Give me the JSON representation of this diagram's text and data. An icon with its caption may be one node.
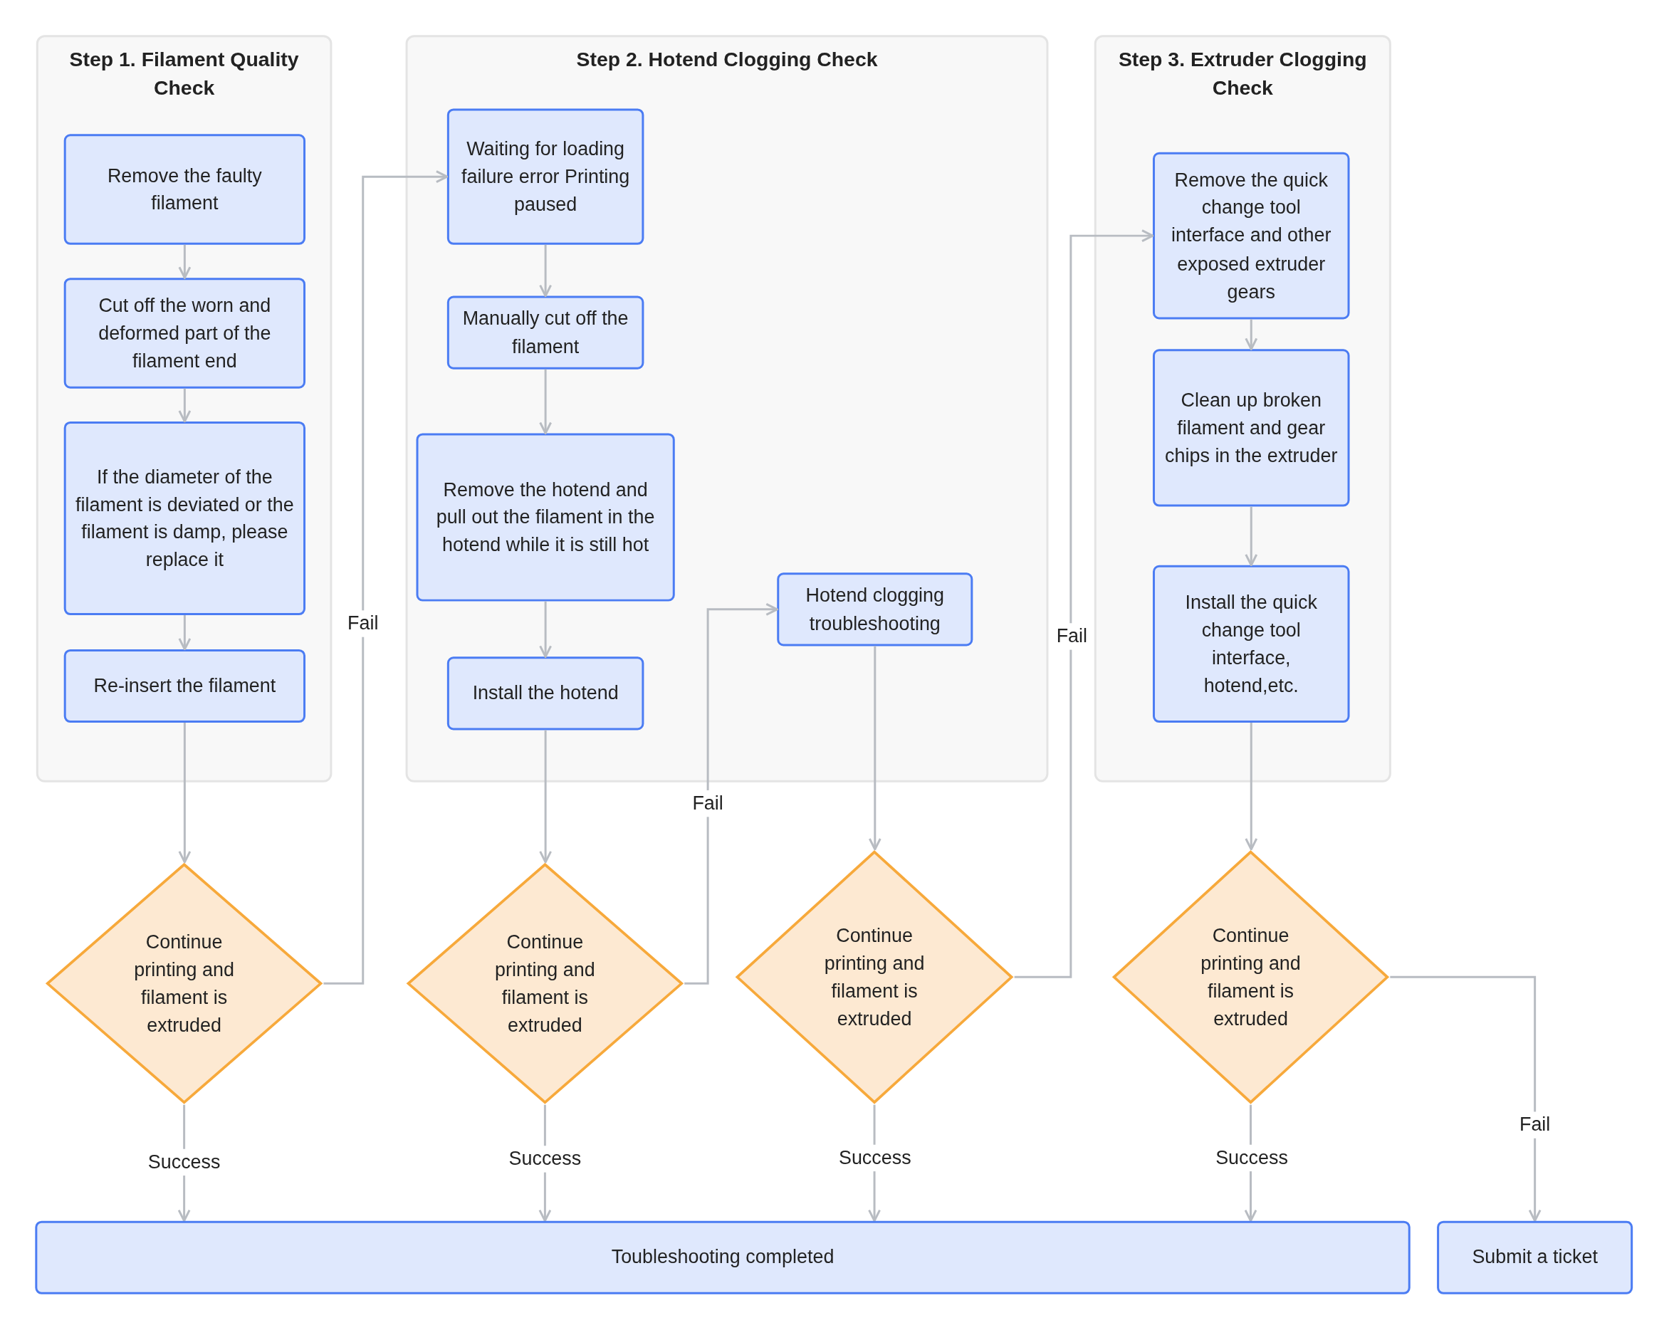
{
  "diagram": {
    "nodes": [
      {
        "text": [
          "Step 1. Filament Quality Check"
        ]
      },
      {
        "text": [
          "Remove the faulty filament"
        ],
        "in": 0
      },
      {
        "text": [
          "Cut off the worn and deformed part of the filament end"
        ],
        "in": 0
      },
      {
        "text": [
          "If the diameter of the filament is deviated or the filament is damp, please replace it"
        ],
        "in": 0
      },
      {
        "text": [
          "Re-insert the filament"
        ],
        "in": 0
      },
      {
        "text": [
          "Step 2. Hotend Clogging Check"
        ]
      },
      {
        "text": [
          "Waiting for loading failure error Printing paused"
        ],
        "in": 5
      },
      {
        "text": [
          "Manually cut off the filament"
        ],
        "in": 5
      },
      {
        "text": [
          "Remove the hotend and pull out the filament in the hotend while it is still hot"
        ],
        "in": 5
      },
      {
        "text": [
          "Install the hotend"
        ],
        "in": 5
      },
      {
        "text": [
          "Hotend clogging troubleshooting"
        ],
        "in": 5
      },
      {
        "text": [
          "Step 3. Extruder Clogging Check"
        ]
      },
      {
        "text": [
          "Remove the quick change tool interface and other exposed extruder gears"
        ],
        "in": 11
      },
      {
        "text": [
          "Clean up broken filament and gear chips in the extruder"
        ],
        "in": 11
      },
      {
        "text": [
          "Install the quick change tool interface, hotend,etc."
        ],
        "in": 11
      },
      {
        "text": [
          "Continue printing and filament is extruded"
        ]
      },
      {
        "text": [
          "Continue printing and filament is extruded"
        ]
      },
      {
        "text": [
          "Continue printing and filament is extruded"
        ]
      },
      {
        "text": [
          "Continue printing and filament is extruded"
        ]
      },
      {
        "text": [
          "Toubleshooting completed"
        ]
      },
      {
        "text": [
          "Submit a ticket"
        ]
      }
    ],
    "edges": [
      {
        "from": 1,
        "to": 2,
        "arrow": "to"
      },
      {
        "from": 2,
        "to": 3,
        "arrow": "to"
      },
      {
        "from": 3,
        "to": 4,
        "arrow": "to"
      },
      {
        "from": 4,
        "to": 15,
        "arrow": "to"
      },
      {
        "from": 15,
        "to": 6,
        "arrow": "to",
        "label": "Fail"
      },
      {
        "from": 15,
        "to": 19,
        "arrow": "to",
        "label": "Success"
      },
      {
        "from": 6,
        "to": 7,
        "arrow": "to"
      },
      {
        "from": 7,
        "to": 8,
        "arrow": "to"
      },
      {
        "from": 8,
        "to": 9,
        "arrow": "to"
      },
      {
        "from": 9,
        "to": 16,
        "arrow": "to"
      },
      {
        "from": 16,
        "to": 10,
        "arrow": "to",
        "label": "Fail"
      },
      {
        "from": 16,
        "to": 19,
        "arrow": "to",
        "label": "Success"
      },
      {
        "from": 10,
        "to": 17,
        "arrow": "to"
      },
      {
        "from": 17,
        "to": 12,
        "arrow": "to",
        "label": "Fail"
      },
      {
        "from": 17,
        "to": 19,
        "arrow": "to",
        "label": "Success"
      },
      {
        "from": 12,
        "to": 13,
        "arrow": "to"
      },
      {
        "from": 13,
        "to": 14,
        "arrow": "to"
      },
      {
        "from": 14,
        "to": 18,
        "arrow": "to"
      },
      {
        "from": 18,
        "to": 19,
        "arrow": "to",
        "label": "Success"
      },
      {
        "from": 18,
        "to": 20,
        "arrow": "to",
        "label": "Fail"
      }
    ]
  }
}
